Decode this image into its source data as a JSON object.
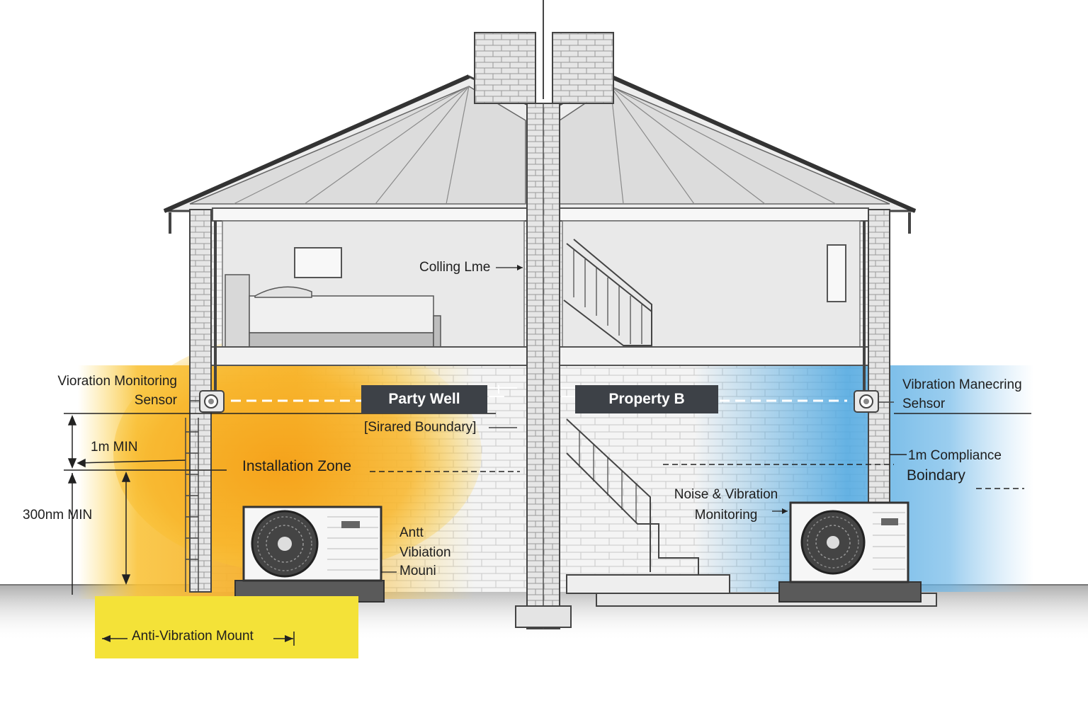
{
  "labels": {
    "sensor_left_line1": "Vioration Monitoring",
    "sensor_left_line2": "Sensor",
    "sensor_right_line1": "Vibration Manecring",
    "sensor_right_line2": "Sehsor",
    "ceiling_line": "Colling Lme",
    "party_wall": "Party Well",
    "property_b": "Property B",
    "shared_boundary": "[Sirared Boundary]",
    "one_m_min": "1m MIN",
    "installation_zone": "Installation Zone",
    "three_hundred_min": "300nm MIN",
    "compliance_line1": "1m Compliance",
    "compliance_line2": "Boindary",
    "noise_line1": "Noise & Vibration",
    "noise_line2": "Monitoring",
    "anti_line1": "Antt",
    "anti_line2": "Vibiation",
    "anti_line3": "Mouni",
    "anti_vibration_mount": "Anti-Vibration Mount"
  },
  "colors": {
    "left_zone": "#f5a21a",
    "left_zone_light": "#fbd447",
    "right_zone": "#4ba6e0",
    "mount_highlight": "#f4e238",
    "tag_background": "#3d4147",
    "line": "#444444",
    "brick": "#d9d9d9"
  },
  "icons": [
    "left-vibration-sensor-icon",
    "right-vibration-sensor-icon",
    "left-fan-icon",
    "right-fan-icon"
  ]
}
